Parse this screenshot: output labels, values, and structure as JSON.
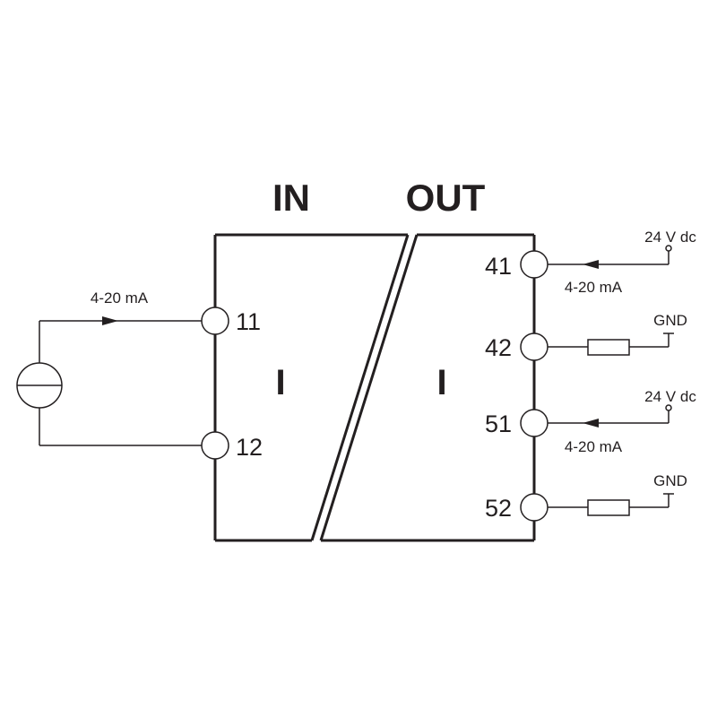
{
  "headings": {
    "in": "IN",
    "out": "OUT"
  },
  "channels": {
    "input": "I",
    "output": "I"
  },
  "input": {
    "current_label": "4-20 mA",
    "terminals": [
      "11",
      "12"
    ]
  },
  "output": {
    "terminals": [
      "41",
      "42",
      "51",
      "52"
    ],
    "supply_label_1": "24 V dc",
    "supply_label_2": "24 V dc",
    "current_label_1": "4-20 mA",
    "current_label_2": "4-20 mA",
    "gnd_label_1": "GND",
    "gnd_label_2": "GND"
  },
  "colors": {
    "line": "#231f20",
    "background": "#ffffff"
  }
}
